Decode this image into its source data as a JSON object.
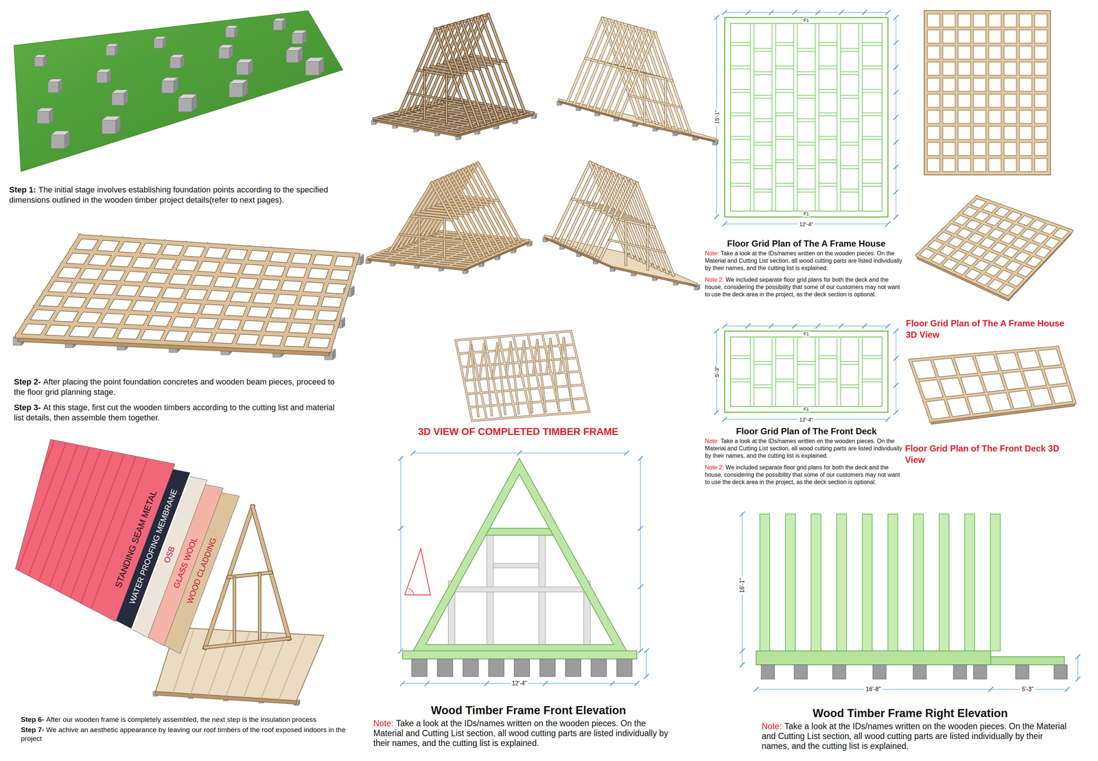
{
  "diagram": {
    "labels": [
      "Step 1:",
      "The initial stage involves establishing foundation points according to the specified dimensions outlined in the wooden timber project details(refer to next pages).",
      "Step 2-",
      "After placing the point foundation concretes and wooden beam pieces, proceed to the floor grid planning stage.",
      "Step 3-",
      "At this stage, first cut the wooden timbers according to the cutting list and material list details, then assemble them together.",
      "STANDING SEAM METAL",
      "WATER PROOFING MEMBRANE",
      "OSB",
      "GLASS WOOL",
      "WOOD CLADDING",
      "Step 6-",
      "After our wooden frame is completely assembled, the next step is the insulation process",
      "Step 7-",
      "We achive an aesthetic appearance by leaving our roof timbers of the roof exposed indoors in the project",
      "3D VIEW OF COMPLETED TIMBER FRAME",
      "Wood Timber Frame Front Elevation",
      "Note:",
      "Take a look at the IDs/names written on the wooden pieces. On the Material and Cutting List section, all wood cutting parts are listed individually by their names, and the cutting list is explained.",
      "Floor Grid Plan of The A Frame House",
      "Note:",
      "Take a look at the IDs/names written on the wooden pieces. On the Material and Cutting List section, all wood cutting parts are listed individually by their names, and the cutting list is explained.",
      "Note 2:",
      "We included separate floor grid plans for both the deck and the house, considering the possibility that some of our customers may not want to use the deck area in the project, as the deck section is optional.",
      "Floor Grid Plan of The A Frame House 3D View",
      "Floor Grid Plan of The Front Deck",
      "Note:",
      "Take a look at the IDs/names written on the wooden pieces. On the Material and Cutting List section, all wood cutting parts are listed individually by their names, and the cutting list is explained.",
      "Note 2:",
      "We included separate floor grid plans for both the deck and the house, considering the possibility that some of our customers may not want to use the deck area in the project, as the deck section is optional.",
      "Floor Grid Plan of The Front Deck 3D View",
      "Wood Timber Frame Right Elevation",
      "Note:",
      "Take a look at the IDs/names written on the wooden pieces. On the Material and Cutting List section, all wood cutting parts are listed individually by their names, and the cutting list is explained.",
      "12'-4\"",
      "15'-1\"",
      "12'-4\"",
      "5'-3\"",
      "12'-4\"",
      "16'-8\"",
      "5'-3\"",
      "16'-1\"",
      "F1",
      "F1",
      "F1",
      "F1"
    ]
  }
}
